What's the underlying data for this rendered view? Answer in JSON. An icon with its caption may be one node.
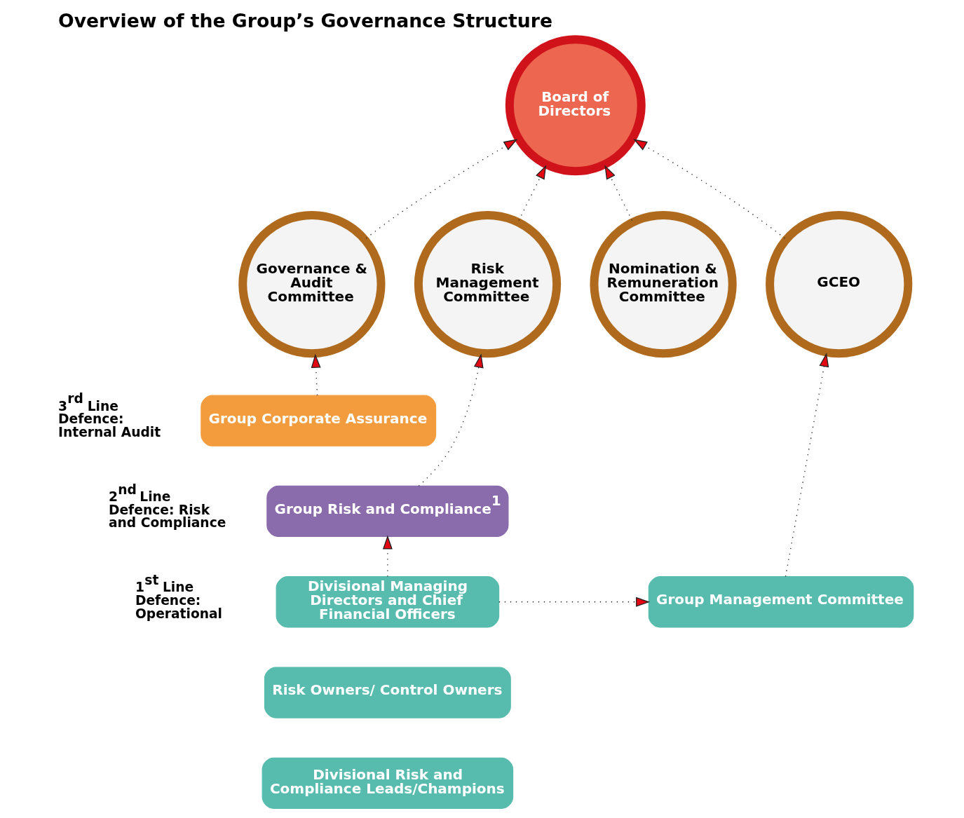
{
  "diagram": {
    "title": "Overview of the Group’s Governance Structure",
    "nodes": [
      {
        "text": [
          "Board of Directors"
        ]
      },
      {
        "text": [
          "Governance & Audit Committee"
        ]
      },
      {
        "text": [
          "Risk Management Committee"
        ]
      },
      {
        "text": [
          "Nomination & Remuneration Committee"
        ]
      },
      {
        "text": [
          "GCEO"
        ]
      },
      {
        "text": [
          "Group Corporate Assurance"
        ]
      },
      {
        "text": [
          "Group Risk and Compliance$^{1}$"
        ]
      },
      {
        "text": [
          "Divisional Managing Directors and Chief Financial Officers"
        ]
      },
      {
        "text": [
          "Group Management Committee"
        ]
      },
      {
        "text": [
          "Risk Owners/ Control Owners"
        ]
      },
      {
        "text": [
          "Divisional Risk and Compliance Leads/Champions"
        ]
      }
    ],
    "edges": [
      {
        "from": 1,
        "to": 0,
        "arrow": "to",
        "style": "dashed"
      },
      {
        "from": 2,
        "to": 0,
        "arrow": "to",
        "style": "dashed"
      },
      {
        "from": 3,
        "to": 0,
        "arrow": "to",
        "style": "dashed"
      },
      {
        "from": 4,
        "to": 0,
        "arrow": "to",
        "style": "dashed"
      },
      {
        "from": 5,
        "to": 1,
        "arrow": "to",
        "style": "dashed"
      },
      {
        "from": 6,
        "to": 2,
        "arrow": "to",
        "style": "dashed"
      },
      {
        "from": 7,
        "to": 6,
        "arrow": "to",
        "style": "dashed"
      },
      {
        "from": 7,
        "to": 8,
        "arrow": "to",
        "style": "dashed"
      },
      {
        "from": 8,
        "to": 4,
        "arrow": "to",
        "style": "dashed"
      }
    ],
    "labels": [
      "3$^{rd}$ Line Defence: Internal Audit",
      "2$^{nd}$ Line Defence: Risk and Compliance",
      "1$^{st}$ Line Defence: Operational"
    ]
  }
}
